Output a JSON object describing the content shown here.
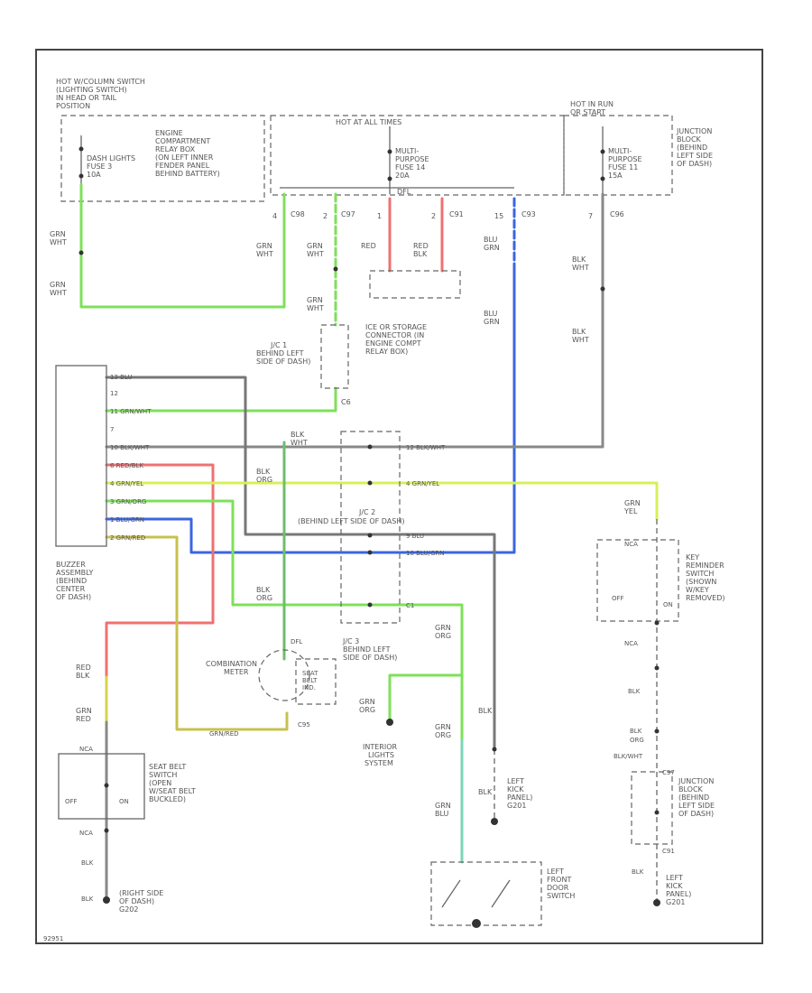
{
  "colors": {
    "green": "#7ee05a",
    "red": "#f07070",
    "blue": "#3a66e0",
    "yellow": "#d7d34a",
    "olive": "#b8ac3a",
    "gray": "#777777",
    "teal": "#7ad6b8",
    "frame": "#444444"
  },
  "labels": {
    "hot_column": [
      "HOT W/COLUMN SWITCH",
      "(LIGHTING SWITCH)",
      "IN HEAD OR TAIL",
      "POSITION"
    ],
    "engine_relay": [
      "ENGINE",
      "COMPARTMENT",
      "RELAY BOX",
      "(ON LEFT INNER",
      "FENDER PANEL",
      "BEHIND BATTERY)"
    ],
    "fuse3": [
      "DASH LIGHTS",
      "FUSE 3",
      "10A"
    ],
    "hot_all_times": "HOT AT ALL TIMES",
    "hot_in_run": [
      "HOT IN RUN",
      "OR START"
    ],
    "fuse14": [
      "MULTI-",
      "PURPOSE",
      "FUSE 14",
      "20A"
    ],
    "fuse11": [
      "MULTI-",
      "PURPOSE",
      "FUSE 11",
      "15A"
    ],
    "junction_top": [
      "JUNCTION",
      "BLOCK",
      "(BEHIND",
      "LEFT SIDE",
      "OF DASH)"
    ],
    "cn8_pin4": "4",
    "cn8": "C98",
    "cn7_pin2": "2",
    "cn7": "C97",
    "cn1_pin1": "1",
    "cn1_pin2": "2",
    "cn1": "C91",
    "cn3_pin15": "15",
    "cn3": "C93",
    "cn6_pin7": "7",
    "cn6": "C96",
    "c1_dfl": "DFL",
    "w_grn_wht": [
      "GRN",
      "WHT"
    ],
    "w_red": "RED",
    "w_red_blk": [
      "RED",
      "BLK"
    ],
    "w_blu_grn": [
      "BLU",
      "GRN"
    ],
    "w_blk_wht": [
      "BLK",
      "WHT"
    ],
    "ice_storage": [
      "ICE OR STORAGE",
      "CONNECTOR (IN",
      "ENGINE COMPT",
      "RELAY BOX)"
    ],
    "jc1": [
      "J/C 1",
      "BEHIND LEFT",
      "SIDE OF DASH)"
    ],
    "jc1_pin": "C6",
    "buzzer": [
      "BUZZER",
      "ASSEMBLY",
      "(BEHIND",
      "CENTER",
      "OF DASH)"
    ],
    "buzzer_pins": [
      "13  BLU",
      "12",
      "11  GRN/WHT",
      "7",
      "10  BLK/WHT",
      "6  RED/BLK",
      "4  GRN/YEL",
      "3  GRN/ORG",
      "1  BLU/GRN",
      "2  GRN/RED"
    ],
    "jc2_pins": [
      "BLK",
      "WHT",
      "12  BLK/WHT",
      "BLK",
      "ORG",
      "4  GRN/YEL",
      "9  BLU",
      "10  BLU/GRN"
    ],
    "jc2": "(BEHIND LEFT SIDE OF DASH)",
    "jc2_name": "J/C 2",
    "w_grn_yel": [
      "GRN",
      "YEL"
    ],
    "key_reminder": [
      "KEY",
      "REMINDER",
      "SWITCH",
      "(SHOWN",
      "W/KEY",
      "REMOVED)"
    ],
    "key_pins": [
      "NCA",
      "OFF",
      "ON",
      "NCA",
      "BLK"
    ],
    "blk_org_jc": [
      "BLK",
      "ORG",
      "C1"
    ],
    "combo_meter": [
      "COMBINATION",
      "METER"
    ],
    "jc3": [
      "J/C 3",
      "BEHIND LEFT",
      "SIDE OF DASH)"
    ],
    "seat_belt_ind": [
      "SEAT",
      "BELT",
      "IND."
    ],
    "combo_dfl": "DFL",
    "combo_c": "C95",
    "w_grn_red_bottom": "GRN/RED",
    "w_grn_org": [
      "GRN",
      "ORG"
    ],
    "w_red_blk2": [
      "RED",
      "BLK"
    ],
    "w_grn_red2": [
      "GRN",
      "RED"
    ],
    "interior_lights": [
      "INTERIOR",
      "LIGHTS",
      "SYSTEM"
    ],
    "w_grn_blu": [
      "GRN",
      "BLU"
    ],
    "w_blk": "BLK",
    "left_kick": [
      "LEFT",
      "KICK",
      "PANEL)",
      "G201"
    ],
    "seat_belt_switch": [
      "SEAT BELT",
      "SWITCH",
      "(OPEN",
      "W/SEAT BELT",
      "BUCKLED)"
    ],
    "sb_pins": [
      "NCA",
      "OFF",
      "ON",
      "NCA",
      "BLK",
      "BLK"
    ],
    "right_side": [
      "(RIGHT SIDE",
      "OF DASH)",
      "G202"
    ],
    "left_door": [
      "LEFT",
      "FRONT",
      "DOOR",
      "SWITCH"
    ],
    "junction_bottom": [
      "JUNCTION",
      "BLOCK",
      "(BEHIND",
      "LEFT SIDE",
      "OF DASH)"
    ],
    "jb_pins": [
      "BLK",
      "ORG",
      "BLK/WHT",
      "C97",
      "C91",
      "BLK"
    ],
    "left_kick2": [
      "LEFT",
      "KICK",
      "PANEL)",
      "G201"
    ],
    "footer": "92951"
  }
}
